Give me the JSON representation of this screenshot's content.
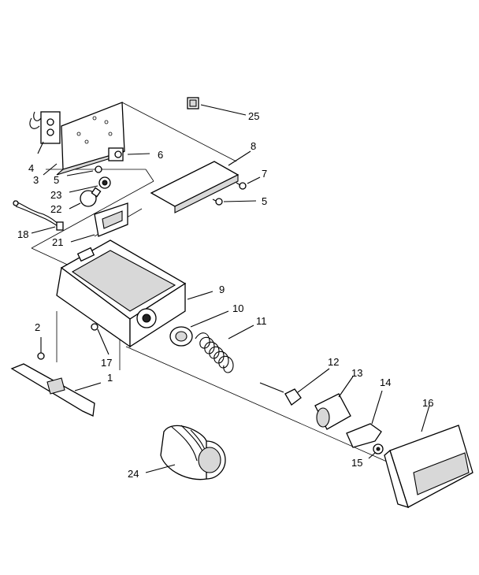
{
  "labels": {
    "p1": "1",
    "p2": "2",
    "p3": "3",
    "p4": "4",
    "p5a": "5",
    "p5b": "5",
    "p6": "6",
    "p7": "7",
    "p8": "8",
    "p9": "9",
    "p10": "10",
    "p11": "11",
    "p12": "12",
    "p13": "13",
    "p14": "14",
    "p15": "15",
    "p16": "16",
    "p17": "17",
    "p18": "18",
    "p21": "21",
    "p22": "22",
    "p23": "23",
    "p24": "24",
    "p25": "25"
  }
}
